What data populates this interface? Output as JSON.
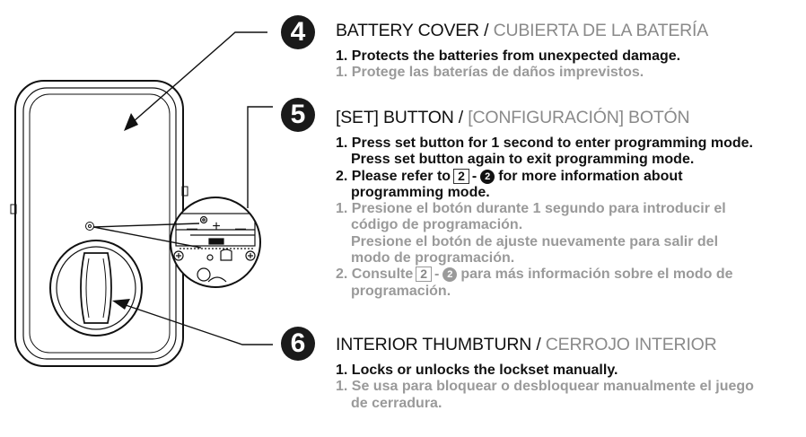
{
  "sections": [
    {
      "number": "4",
      "heading_en": "BATTERY COVER",
      "heading_sep": " / ",
      "heading_es": "CUBIERTA DE LA BATERÍA",
      "en_lines": [
        "1. Protects the batteries from unexpected damage."
      ],
      "es_lines": [
        "1. Protege las baterías de daños imprevistos."
      ]
    },
    {
      "number": "5",
      "heading_en": "[SET] BUTTON",
      "heading_sep": " / ",
      "heading_es": "[CONFIGURACIÓN] BOTÓN",
      "en": {
        "item1_a": "1. Press set button for 1 second to enter programming mode.",
        "item1_b": "Press set button again to exit programming mode.",
        "item2_prefix": "2. Please refer to",
        "item2_ref_page": "2",
        "item2_dash": "-",
        "item2_ref_step": "2",
        "item2_suffix": "for more information about",
        "item2_b": "programming mode."
      },
      "es": {
        "item1_a": "1. Presione el botón durante 1 segundo para introducir el",
        "item1_b": "código de programación.",
        "item1_c": "Presione el botón de ajuste nuevamente para salir del",
        "item1_d": "modo de programación.",
        "item2_prefix": "2. Consulte",
        "item2_ref_page": "2",
        "item2_dash": "-",
        "item2_ref_step": "2",
        "item2_suffix": "para más información sobre el modo de",
        "item2_b": "programación."
      }
    },
    {
      "number": "6",
      "heading_en": "INTERIOR THUMBTURN",
      "heading_sep": " / ",
      "heading_es": "CERROJO INTERIOR",
      "en_lines": [
        "1. Locks or unlocks the lockset manually."
      ],
      "es_lines": [
        "1. Se usa para bloquear o desbloquear manualmente el juego",
        "de cerradura."
      ]
    }
  ],
  "illustration": {
    "zoom_plus": "+",
    "zoom_minus_left": "—",
    "zoom_minus_right": "—"
  },
  "colors": {
    "text": "#111111",
    "secondary": "#9a9a9a",
    "badge": "#1a1a1a"
  }
}
